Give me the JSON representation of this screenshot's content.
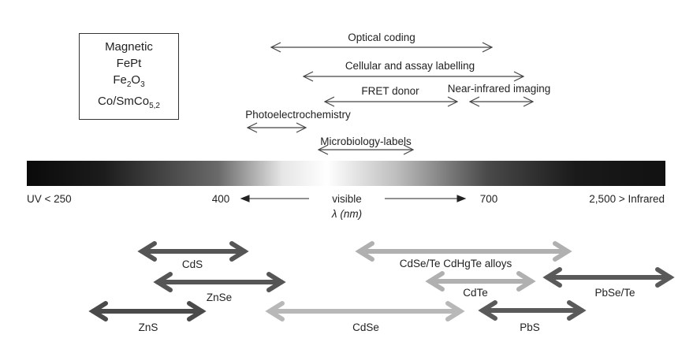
{
  "magnetic": {
    "title": "Magnetic",
    "fept": "FePt",
    "fe2o3": {
      "fe": "Fe",
      "sub1": "2",
      "o": "O",
      "sub2": "3"
    },
    "cosmco": {
      "main": "Co/SmCo",
      "sub": "5,2"
    }
  },
  "applications": [
    {
      "label": "Optical coding"
    },
    {
      "label": "Cellular and assay labelling"
    },
    {
      "label": "FRET donor"
    },
    {
      "label": "Near-infrared imaging"
    },
    {
      "label": "Photoelectrochemistry"
    },
    {
      "label": "Microbiology-labels"
    }
  ],
  "spectrum": {
    "uv_label": "UV < 250",
    "tick_400": "400",
    "visible_label": "visible",
    "tick_700": "700",
    "ir_label": "2,500 > Infrared",
    "lambda_label": "λ (nm)"
  },
  "materials": [
    {
      "label": "CdS",
      "color": "#555555"
    },
    {
      "label": "ZnSe",
      "color": "#555555"
    },
    {
      "label": "ZnS",
      "color": "#4a4a4a"
    },
    {
      "label": "CdSe",
      "color": "#b8b8b8"
    },
    {
      "label": "CdSe/Te CdHgTe alloys",
      "color": "#b0b0b0"
    },
    {
      "label": "CdTe",
      "color": "#b0b0b0"
    },
    {
      "label": "PbSe/Te",
      "color": "#5a5a5a"
    },
    {
      "label": "PbS",
      "color": "#5a5a5a"
    }
  ]
}
